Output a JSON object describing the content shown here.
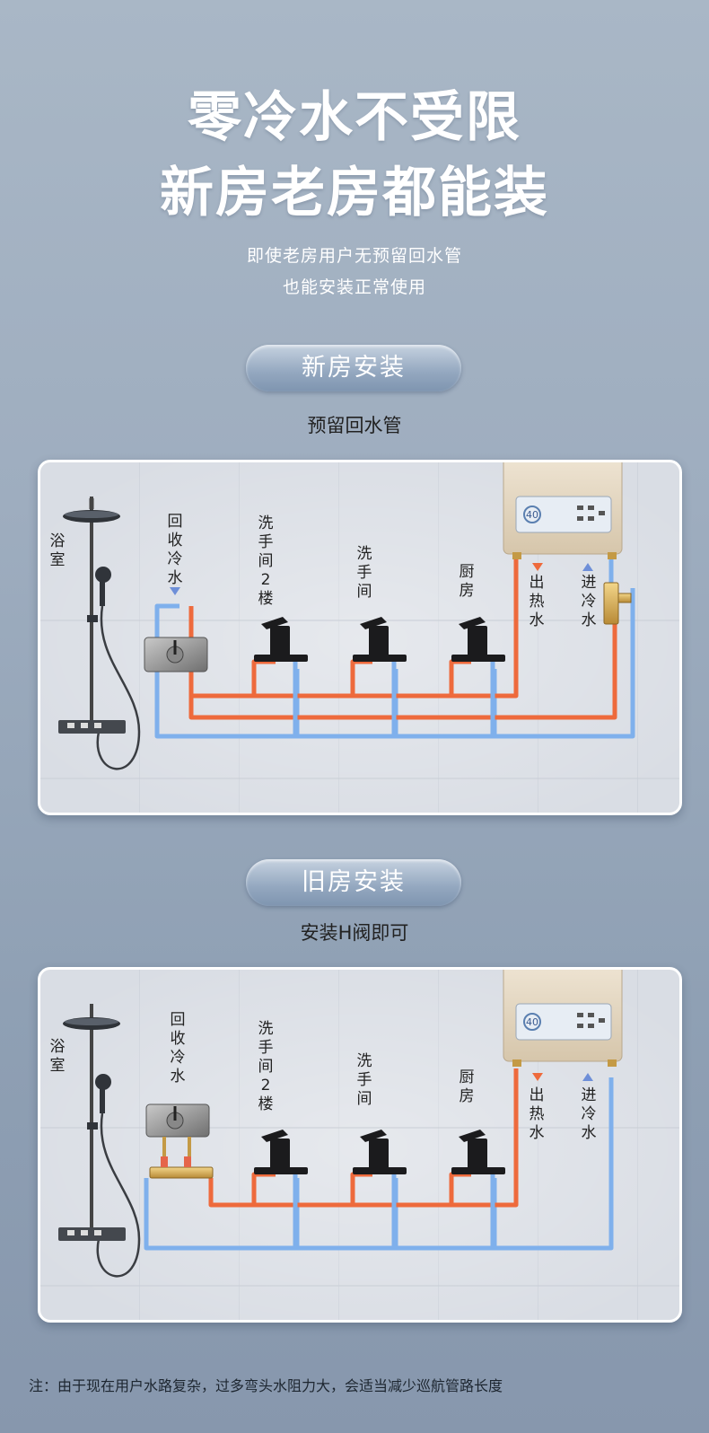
{
  "headline": {
    "line1": "零冷水不受限",
    "line2": "新房老房都能装"
  },
  "subtitle": {
    "line1": "即使老房用户无预留回水管",
    "line2": "也能安装正常使用"
  },
  "sections": [
    {
      "pill": "新房安装",
      "label": "预留回水管",
      "labels": {
        "bathroom": "浴室",
        "return": "回收冷水",
        "wash2": "洗手间2楼",
        "wash": "洗手间",
        "kitchen": "厨房",
        "hot_out": "出热水",
        "cold_in": "进冷水"
      },
      "heater_display": "40"
    },
    {
      "pill": "旧房安装",
      "label": "安装H阀即可",
      "labels": {
        "bathroom": "浴室",
        "return": "回收冷水",
        "wash2": "洗手间2楼",
        "wash": "洗手间",
        "kitchen": "厨房",
        "hot_out": "出热水",
        "cold_in": "进冷水"
      },
      "heater_display": "40"
    }
  ],
  "footnote": "注：由于现在用户水路复杂，过多弯头水阻力大，会适当减少巡航管路长度",
  "colors": {
    "hot_pipe": "#ee6a3c",
    "cold_pipe": "#7fb0ec",
    "arrow_cold": "#6e8fd8"
  }
}
